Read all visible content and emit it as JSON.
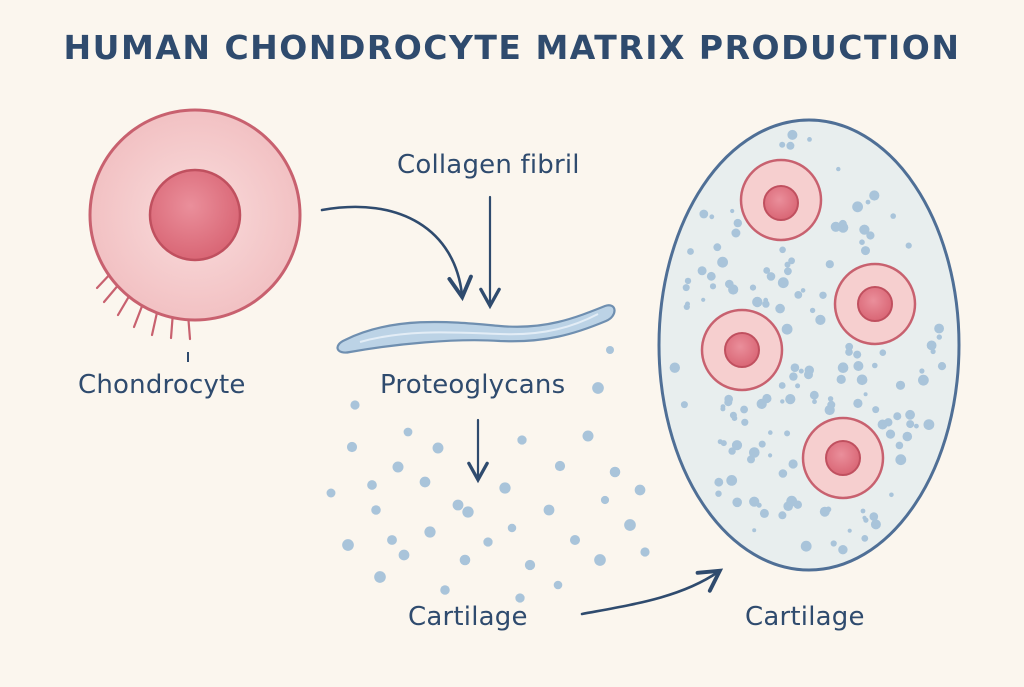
{
  "title": "HUMAN CHONDROCYTE MATRIX PRODUCTION",
  "labels": {
    "chondrocyte": "Chondrocyte",
    "collagen_fibril": "Collagen fibril",
    "proteoglycans": "Proteoglycans",
    "cartilage_left": "Cartilage",
    "cartilage_right": "Cartilage"
  },
  "colors": {
    "background": "#fbf6ee",
    "text": "#2f4b6e",
    "cell_fill": "#f4c9c9",
    "cell_outline": "#c8616f",
    "nucleus": "#df7b88",
    "fibril_fill": "#bcd3e6",
    "fibril_outline": "#6f8fb0",
    "matrix_fill": "#e8eeee",
    "matrix_outline": "#4f6f96",
    "dot": "#a9c4da",
    "arrow": "#2f4b6e"
  }
}
